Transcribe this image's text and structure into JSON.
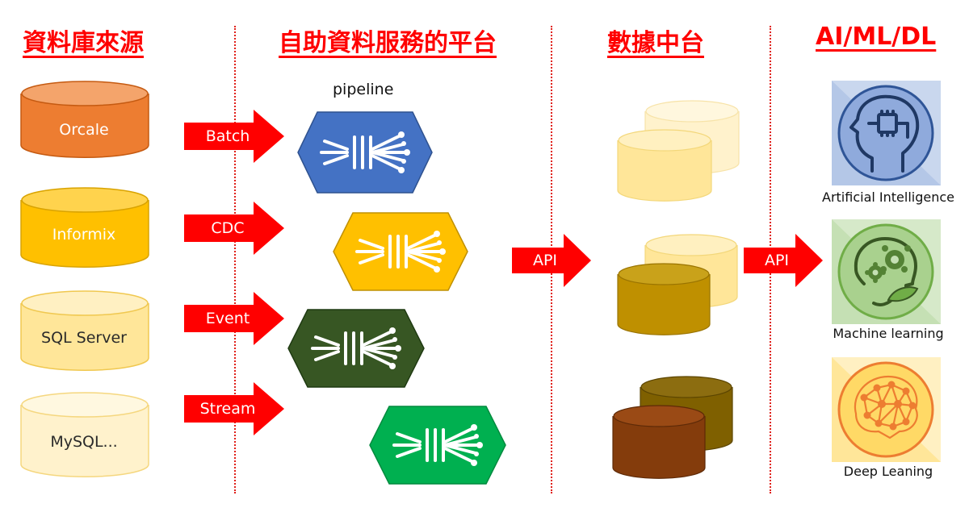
{
  "headers": {
    "sources": "資料庫來源",
    "platform": "自助資料服務的平台",
    "datahub": "數據中台",
    "ai": "AI/ML/DL"
  },
  "sources": [
    "Orcale",
    "Informix",
    "SQL Server",
    "MySQL..."
  ],
  "ingest_arrows": [
    "Batch",
    "CDC",
    "Event",
    "Stream"
  ],
  "pipeline_label": "pipeline",
  "api_arrows": [
    "API",
    "API"
  ],
  "ai_panels": [
    "Artificial Intelligence",
    "Machine learning",
    "Deep Leaning"
  ],
  "icons": {
    "pipeline": "kafka-like-node-icon",
    "ai": "head-with-chip-icon",
    "ml": "head-with-gears-icon",
    "dl": "brain-network-icon"
  },
  "colors": {
    "header": "#ff0000",
    "arrow": "#ff0000",
    "oracle": "#ed7d31",
    "informix": "#ffc000",
    "sqlserver": "#ffe699",
    "mysql": "#fff2cc",
    "hex_blue": "#4472c4",
    "hex_gold": "#ffc000",
    "hex_darkgreen": "#375623",
    "hex_green": "#00b050"
  }
}
